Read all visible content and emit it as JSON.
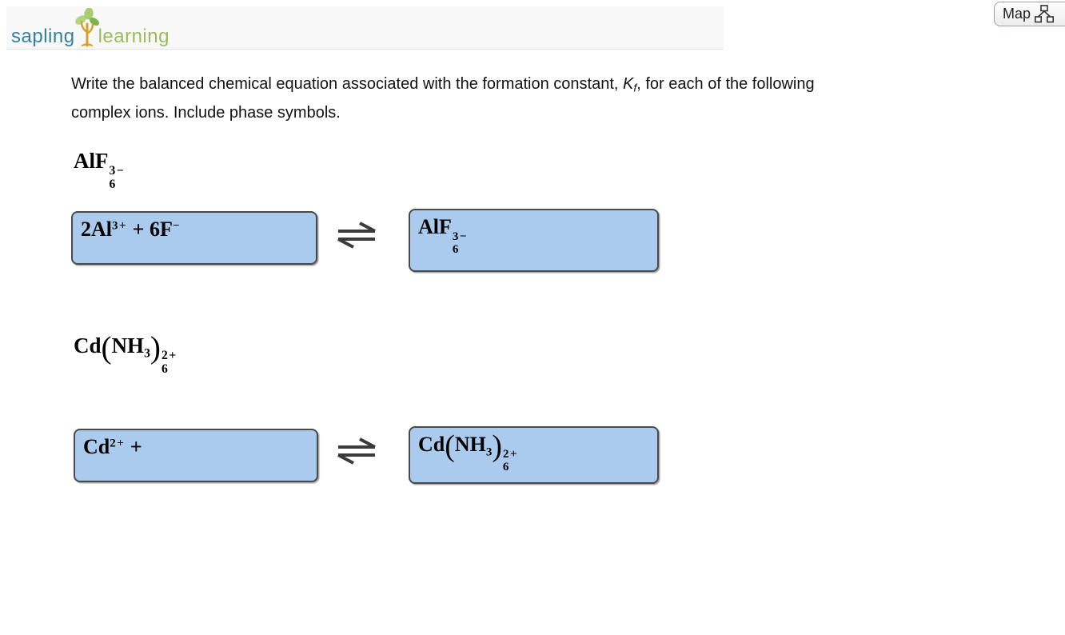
{
  "brand": {
    "word1": "sapling",
    "word2": "learning",
    "tree_icon": "sapling-tree-icon"
  },
  "map_button": {
    "label": "Map",
    "icon": "sitemap-icon"
  },
  "question": {
    "l1a": "Write the balanced chemical equation associated with the formation constant, ",
    "kf_base": "K",
    "kf_sub": "f",
    "l1b": ", for each of the following",
    "l2": "complex ions. Include phase symbols."
  },
  "problems": [
    {
      "id": 1,
      "label_tokens": [
        {
          "t": "text",
          "v": "AlF"
        },
        {
          "t": "stack",
          "sup": "3−",
          "sub": "6"
        }
      ],
      "reactant_tokens": [
        {
          "t": "text",
          "v": "2Al"
        },
        {
          "t": "sup",
          "v": "3+"
        },
        {
          "t": "text",
          "v": " + 6F"
        },
        {
          "t": "sup",
          "v": "−"
        }
      ],
      "product_tokens": [
        {
          "t": "text",
          "v": "AlF"
        },
        {
          "t": "stack",
          "sup": "3−",
          "sub": "6"
        }
      ]
    },
    {
      "id": 2,
      "label_tokens": [
        {
          "t": "text",
          "v": "Cd"
        },
        {
          "t": "paren",
          "v": "("
        },
        {
          "t": "text",
          "v": "NH"
        },
        {
          "t": "sub",
          "v": "3"
        },
        {
          "t": "paren",
          "v": ")"
        },
        {
          "t": "stack",
          "sup": "2+",
          "sub": "6"
        }
      ],
      "reactant_tokens": [
        {
          "t": "text",
          "v": "Cd"
        },
        {
          "t": "sup",
          "v": "2+"
        },
        {
          "t": "text",
          "v": " +"
        }
      ],
      "product_tokens": [
        {
          "t": "text",
          "v": "Cd"
        },
        {
          "t": "paren",
          "v": "("
        },
        {
          "t": "text",
          "v": "NH"
        },
        {
          "t": "sub",
          "v": "3"
        },
        {
          "t": "paren",
          "v": ")"
        },
        {
          "t": "stack",
          "sup": "2+",
          "sub": "6"
        }
      ]
    }
  ],
  "equilibrium_arrow": "reversible-reaction-arrows",
  "colors": {
    "answer_box_fill": "#aacbee",
    "answer_box_border": "#4a4a4a",
    "arrow_stroke": "#3b3b3b",
    "brand_teal": "#35809e",
    "brand_green": "#9eba5e",
    "trunk_gold": "#d4a02a",
    "leaf_light": "#a8cc70",
    "leaf_dark": "#79b54a",
    "header_bg": "#f8f8f8"
  }
}
